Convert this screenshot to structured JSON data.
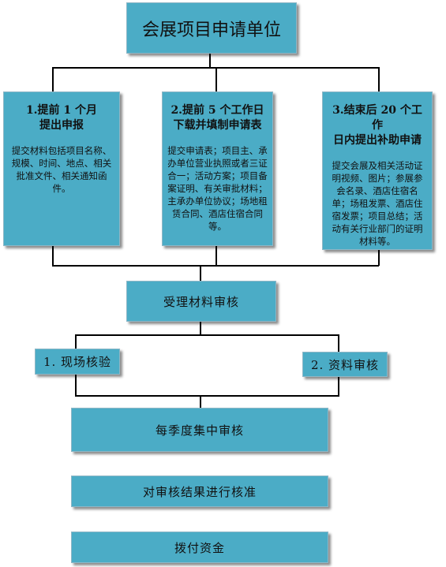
{
  "title": "会展项目申请单位",
  "branches": [
    {
      "heading": "1.提前 1 个月\n提出申报",
      "body": "提交材料包括项目名称、规模、时间、地点、相关批准文件、相关通知函件。"
    },
    {
      "heading": "2.提前 5 个工作日\n下载并填制申请表",
      "body": "提交申请表；项目主、承办单位营业执照或者三证合一；活动方案；项目备案证明、有关审批材料；主承办单位协议；场地租赁合同、酒店住宿合同等。"
    },
    {
      "heading": "3.结束后 20 个工作\n日内提出补助申请",
      "body": "提交会展及相关活动证明视频、图片；参展参会名录、酒店住宿名单；场租发票、酒店住宿发票；项目总结；活动有关行业部门的证明材料等。"
    }
  ],
  "review": "受理材料审核",
  "check_left": "1. 现场核验",
  "check_right": "2. 资料审核",
  "quarterly": "每季度集中审核",
  "verify": "对审核结果进行核准",
  "pay": "拨付资金"
}
